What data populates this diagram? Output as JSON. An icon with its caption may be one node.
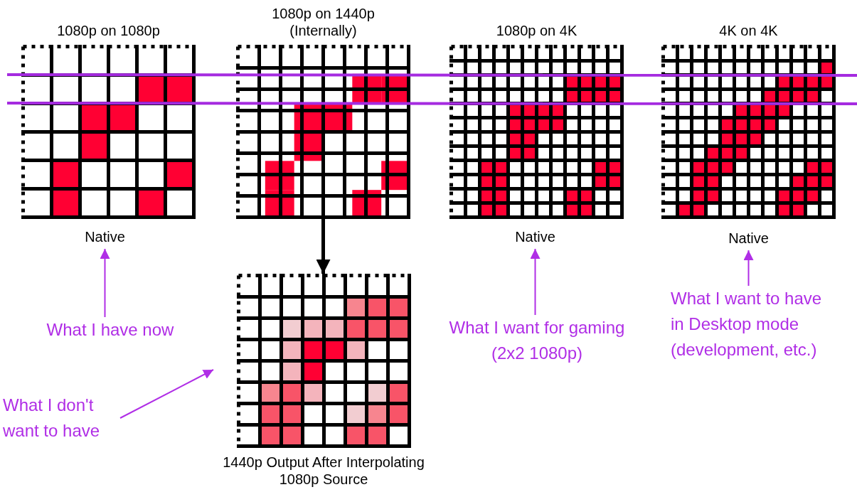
{
  "diagram": {
    "nodes": [
      {
        "text": [
          "1080p on 1080p"
        ]
      },
      {
        "text": [
          "1080p on 1440p (Internally)"
        ]
      },
      {
        "text": [
          "1080p on 4K"
        ]
      },
      {
        "text": [
          "4K on 4K"
        ]
      },
      {
        "text": [
          "1440p Output After Interpolating 1080p Source"
        ]
      },
      {
        "text": [
          "Native"
        ]
      },
      {
        "text": [
          "What I have now"
        ]
      },
      {
        "text": [
          "Native"
        ]
      },
      {
        "text": [
          "What I want for gaming (2x2 1080p)"
        ]
      },
      {
        "text": [
          "Native"
        ]
      },
      {
        "text": [
          "What I want to have in Desktop mode (development, etc.)"
        ]
      },
      {
        "text": [
          "What I don't want to have"
        ]
      }
    ],
    "edges": [
      {
        "from": 1,
        "to": 4,
        "arrow": "to",
        "style": "thick",
        "color": "#000000"
      },
      {
        "from": 6,
        "to": 5,
        "arrow": "to"
      },
      {
        "from": 8,
        "to": 7,
        "arrow": "to"
      },
      {
        "from": 10,
        "to": 9,
        "arrow": "to"
      },
      {
        "from": 11,
        "to": 4,
        "arrow": "to"
      }
    ]
  }
}
